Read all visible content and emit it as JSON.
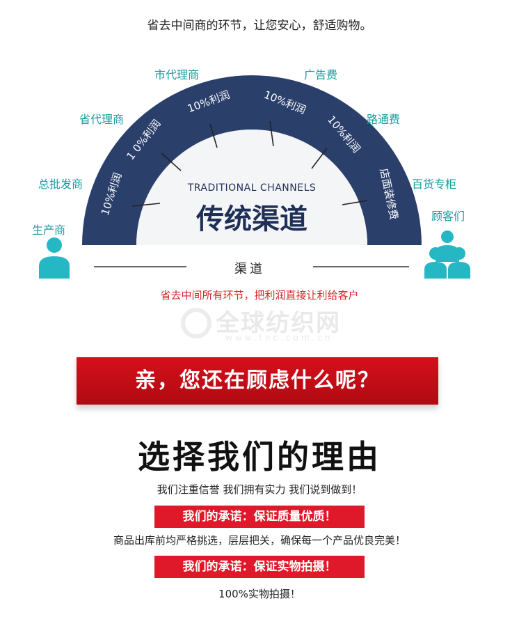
{
  "top_slogan": "省去中间商的环节，让您安心，舒适购物。",
  "chain_labels": {
    "producer": "生产商",
    "wholesaler": "总批发商",
    "province_agent": "省代理商",
    "city_agent": "市代理商",
    "ad_fee": "广告费",
    "road_fee": "路通费",
    "dept_counter": "百货专柜",
    "customers": "顾客们"
  },
  "arc_segments": [
    "10%利润",
    "1 0%利润",
    "10%利润",
    "10%利润",
    "10%利润",
    "店面装修费"
  ],
  "center": {
    "english": "TRADITIONAL CHANNELS",
    "chinese": "传统渠道"
  },
  "channel_label": "渠道",
  "channel_note": "省去中间所有环节，把利润直接让利给客户",
  "watermark": {
    "main": "全球纺织网",
    "url": "www.tnc.com.cn"
  },
  "banner_text": "亲，您还在顾虑什么呢？",
  "reasons": {
    "title": "选择我们的理由",
    "subtitle": "我们注重信誉 我们拥有实力 我们说到做到！",
    "promise_1": "我们的承诺：保证质量优质！",
    "desc_1": "商品出库前均严格挑选，层层把关，确保每一个产品优良完美！",
    "promise_2": "我们的承诺：保证实物拍摄！",
    "desc_2": "100%实物拍摄！"
  },
  "colors": {
    "arc_navy": "#2b3f6b",
    "teal": "#1a9aa0",
    "person_icon": "#26b7c4",
    "red": "#d6101b",
    "channel_note_red": "#d22a2a"
  },
  "icons": [
    "single-person-icon",
    "group-people-icon"
  ]
}
